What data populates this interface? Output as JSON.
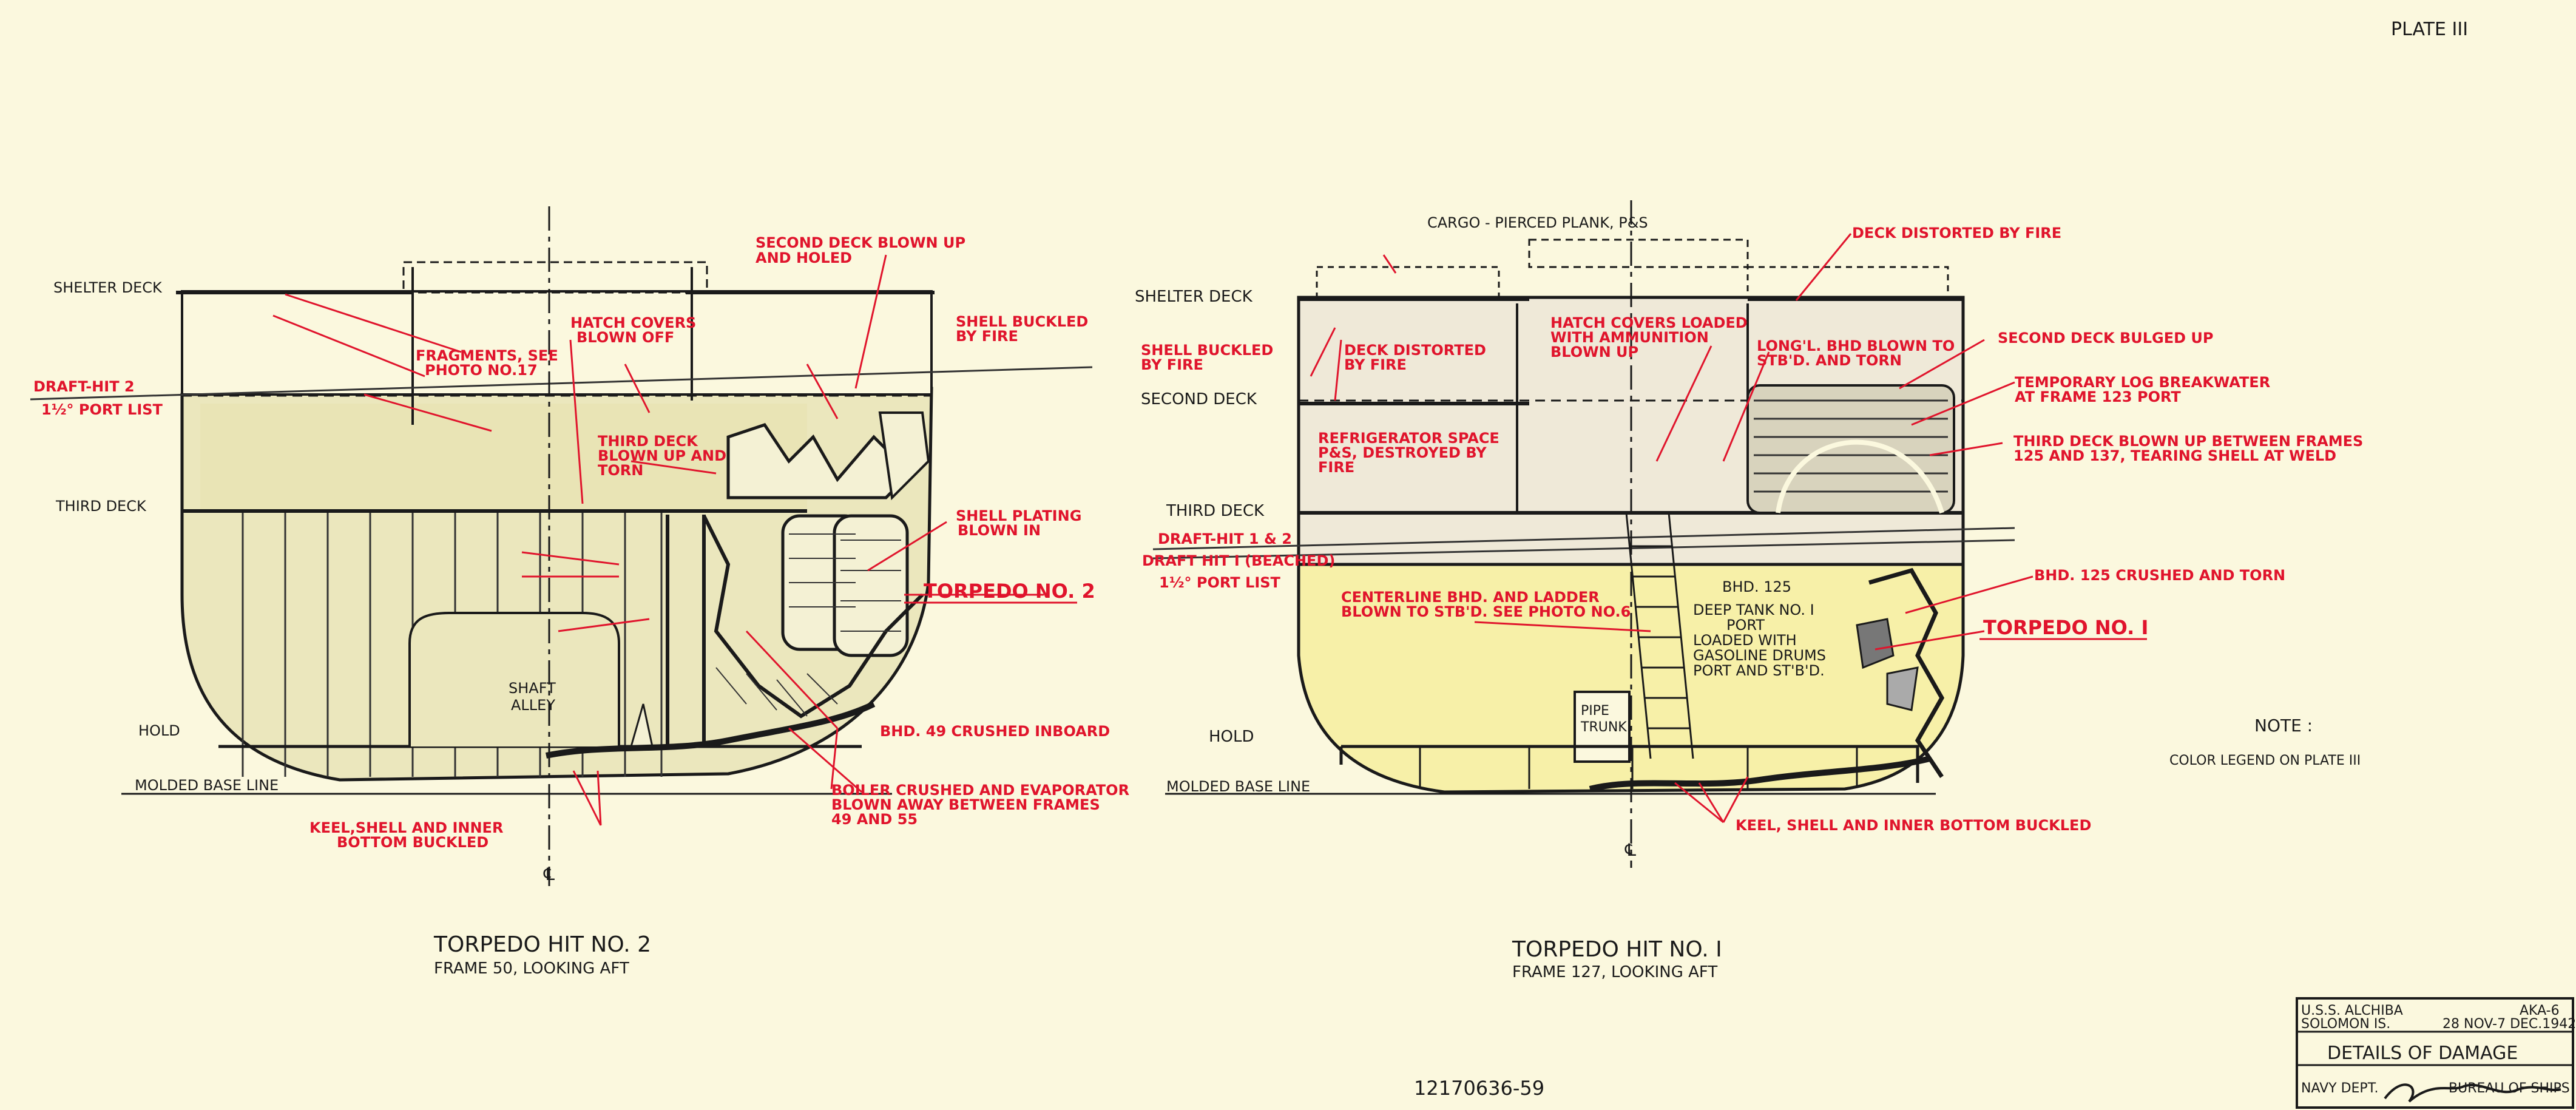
{
  "plate_label": "PLATE III",
  "left_view": {
    "title": "TORPEDO HIT NO. 2",
    "subtitle": "FRAME 50, LOOKING AFT",
    "deck_labels": [
      "SHELTER DECK",
      "THIRD DECK",
      "HOLD",
      "MOLDED BASE LINE"
    ],
    "draft_label_1": "DRAFT-HIT 2",
    "draft_label_2": "1½° PORT LIST",
    "shaft_alley_1": "SHAFT",
    "shaft_alley_2": "ALLEY",
    "centerline": "℄",
    "annotations": [
      "SECOND DECK BLOWN UP",
      "AND HOLED",
      "HATCH COVERS",
      "BLOWN OFF",
      "SHELL BUCKLED",
      "BY FIRE",
      "FRAGMENTS, SEE",
      "PHOTO NO.17",
      "THIRD DECK",
      "BLOWN UP AND",
      "TORN",
      "SHELL PLATING",
      "BLOWN IN",
      "TORPEDO NO. 2",
      "BHD. 49 CRUSHED INBOARD",
      "BOILER CRUSHED AND EVAPORATOR",
      "BLOWN AWAY BETWEEN FRAMES",
      "49 AND 55",
      "KEEL,SHELL AND INNER",
      "BOTTOM BUCKLED"
    ]
  },
  "right_view": {
    "title": "TORPEDO HIT NO. I",
    "subtitle": "FRAME 127, LOOKING AFT",
    "deck_labels": [
      "SHELTER DECK",
      "SECOND DECK",
      "THIRD DECK",
      "HOLD",
      "MOLDED BASE LINE"
    ],
    "draft_label_1": "DRAFT-HIT 1 & 2",
    "draft_label_2": "DRAFT HIT I (BEACHED)",
    "draft_label_3": "1½° PORT LIST",
    "pipe_trunk_1": "PIPE",
    "pipe_trunk_2": "TRUNK",
    "centerline": "℄",
    "tank_text": [
      "BHD. 125",
      "DEEP TANK NO. I",
      "PORT",
      "LOADED WITH",
      "GASOLINE DRUMS",
      "PORT AND ST'B'D."
    ],
    "annotations": [
      "CARGO - PIERCED PLANK, P&S",
      "DECK DISTORTED BY FIRE",
      "HATCH COVERS LOADED",
      "WITH AMMUNITION",
      "BLOWN UP",
      "SHELL BUCKLED",
      "BY FIRE",
      "DECK DISTORTED",
      "BY FIRE",
      "LONG'L. BHD BLOWN TO",
      "STB'D. AND TORN",
      "SECOND DECK BULGED UP",
      "TEMPORARY LOG BREAKWATER",
      "AT FRAME 123 PORT",
      "THIRD DECK BLOWN UP BETWEEN FRAMES",
      "125 AND 137, TEARING SHELL AT WELD",
      "REFRIGERATOR SPACE",
      "P&S, DESTROYED BY",
      "FIRE",
      "BHD. 125 CRUSHED AND TORN",
      "CENTERLINE BHD. AND LADDER",
      "BLOWN TO STB'D. SEE PHOTO NO.6",
      "TORPEDO NO. I",
      "KEEL, SHELL AND INNER BOTTOM BUCKLED"
    ]
  },
  "note": {
    "title": "NOTE :",
    "text": "COLOR LEGEND ON PLATE III"
  },
  "title_block": {
    "ship": "U.S.S. ALCHIBA",
    "hull": "AKA-6",
    "location": "SOLOMON IS.",
    "dates": "28 NOV-7 DEC.1942",
    "heading": "DETAILS OF DAMAGE",
    "dept": "NAVY DEPT.",
    "bureau": "BUREAU OF SHIPS"
  },
  "drawing_number": "12170636-59",
  "colors": {
    "paper": "#fbf8de",
    "ink": "#1a1a1a",
    "damage_red": "#e0142c",
    "hold_fill": "#ebe7bd",
    "tank_fill": "#f7f0a8"
  }
}
